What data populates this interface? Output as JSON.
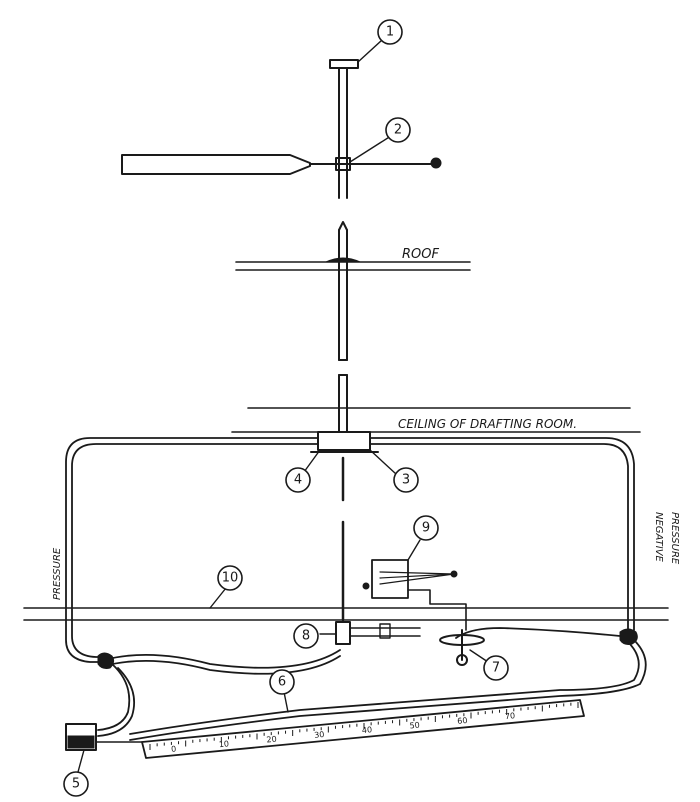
{
  "labels": {
    "roof": "ROOF",
    "ceiling": "CEILING OF DRAFTING ROOM.",
    "pressure": "PRESSURE",
    "negative": "NEGATIVE",
    "negative_pressure": "PRESSURE"
  },
  "callouts": [
    "1",
    "2",
    "3",
    "4",
    "5",
    "6",
    "7",
    "8",
    "9",
    "10"
  ],
  "scale_ticks": [
    "0",
    "10",
    "20",
    "30",
    "40",
    "50",
    "60",
    "70"
  ],
  "colors": {
    "ink": "#1a1a1a",
    "paper": "#ffffff"
  }
}
